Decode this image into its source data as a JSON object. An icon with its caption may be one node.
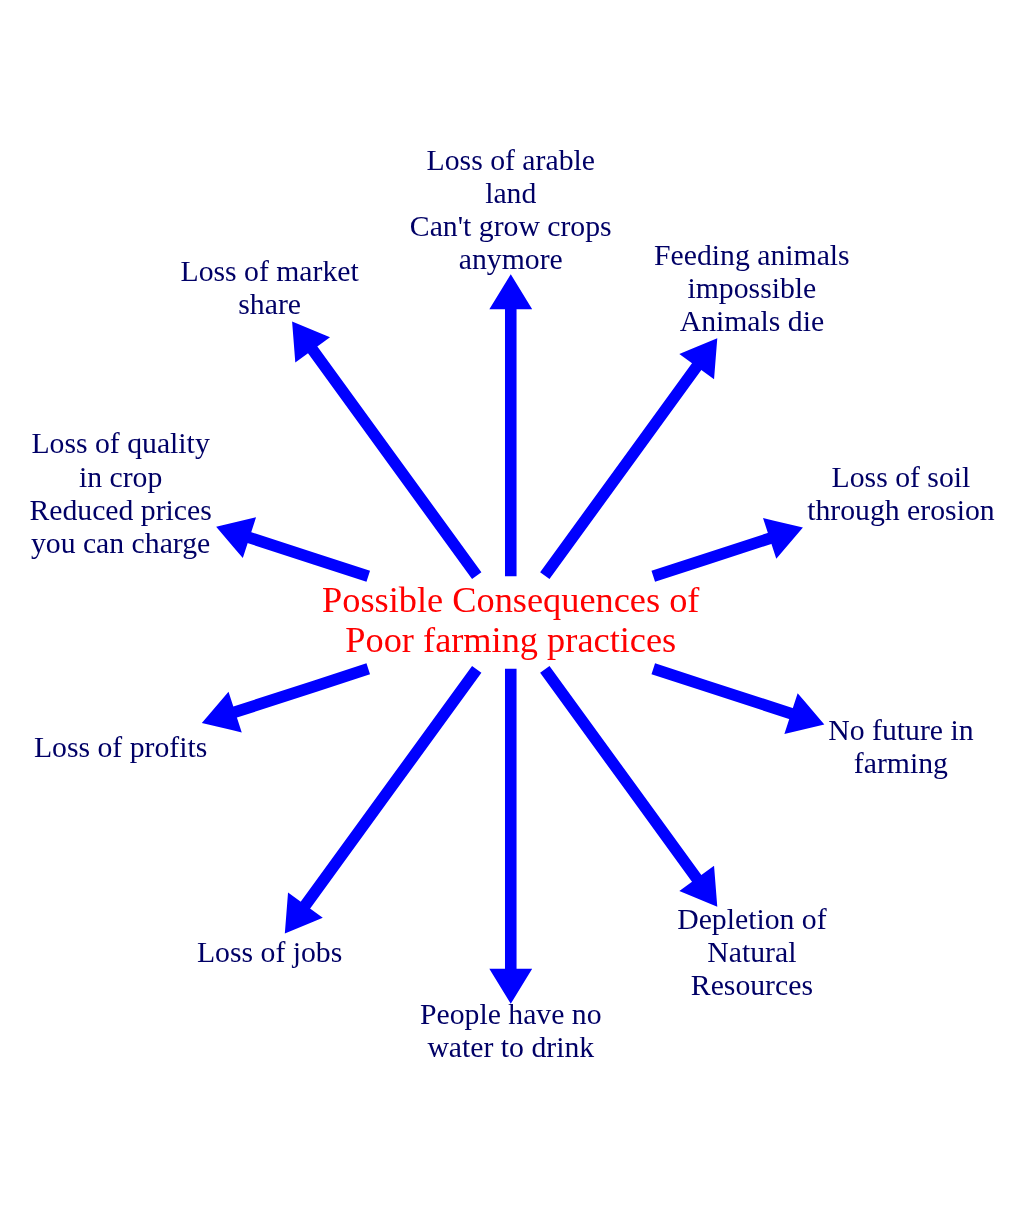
{
  "diagram": {
    "nodes": [
      {
        "text": [
          "Possible Consequences of Poor farming practices"
        ]
      },
      {
        "text": [
          "Loss of soil through erosion"
        ]
      },
      {
        "text": [
          "Feeding animals impossible",
          "Animals die"
        ]
      },
      {
        "text": [
          "Loss of arable land",
          "Can't grow crops anymore"
        ]
      },
      {
        "text": [
          "Loss of market share"
        ]
      },
      {
        "text": [
          "Loss of quality in crop",
          "Reduced prices you can charge"
        ]
      },
      {
        "text": [
          "Loss of profits"
        ]
      },
      {
        "text": [
          "Loss of jobs"
        ]
      },
      {
        "text": [
          "People have no water to drink"
        ]
      },
      {
        "text": [
          "Depletion of Natural Resources"
        ]
      },
      {
        "text": [
          "No future in farming"
        ]
      }
    ],
    "edges": [
      {
        "from": 0,
        "to": 4,
        "arrow": "to"
      },
      {
        "from": 0,
        "to": 1,
        "arrow": "to"
      },
      {
        "from": 0,
        "to": 2,
        "arrow": "to"
      },
      {
        "from": 0,
        "to": 3,
        "arrow": "to"
      },
      {
        "from": 0,
        "to": 5,
        "arrow": "to"
      },
      {
        "from": 0,
        "to": 7,
        "arrow": "to"
      },
      {
        "from": 0,
        "to": 8,
        "arrow": "to"
      },
      {
        "from": 0,
        "to": 10,
        "arrow": "to"
      },
      {
        "from": 0,
        "to": 9,
        "arrow": "to"
      },
      {
        "from": 0,
        "to": 6,
        "arrow": "to"
      }
    ]
  }
}
